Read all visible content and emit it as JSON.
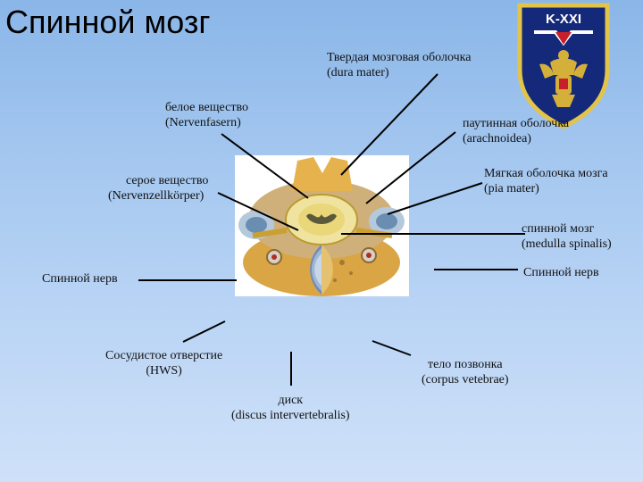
{
  "title": "Спинной мозг",
  "badge": {
    "text": "K-XXI",
    "colors": {
      "shield": "#15297a",
      "border": "#e2c44a",
      "gold": "#d4b03a",
      "red": "#c8202a"
    }
  },
  "labels": {
    "dura_1": "Твердая мозговая оболочка",
    "dura_2": "(dura mater)",
    "white_1": "белое вещество",
    "white_2": "(Nervenfasern)",
    "arach_1": "паутинная оболочка",
    "arach_2": "(arachnoidea)",
    "grey_1": "серое вещество",
    "grey_2": "(Nervenzellkörper)",
    "pia_1": "Мягкая оболочка мозга",
    "pia_2": "(pia mater)",
    "med_1": "спинной мозг",
    "med_2": "(medulla spinalis)",
    "nerve_left": "Спинной нерв",
    "nerve_right": "Спинной нерв",
    "hws_1": "Сосудистое отверстие",
    "hws_2": "(HWS)",
    "body_1": "тело позвонка",
    "body_2": "(corpus vetebrae)",
    "disc_1": "диск",
    "disc_2": "(discus intervertebralis)"
  }
}
